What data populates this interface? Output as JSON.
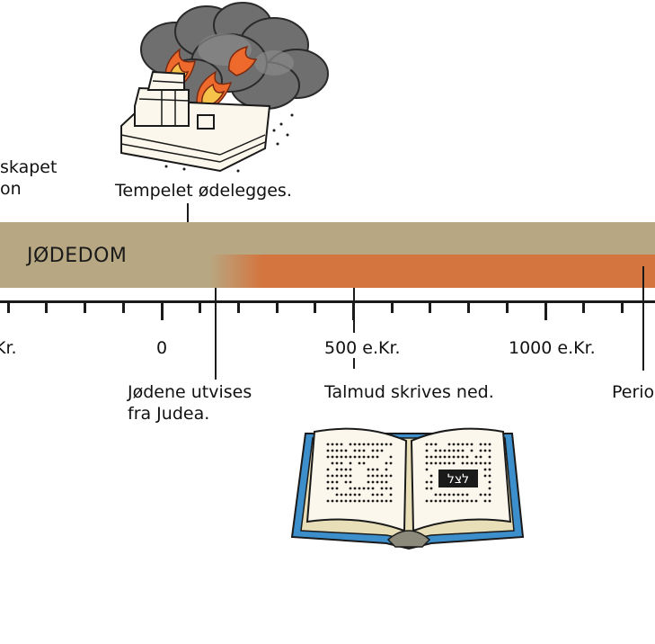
{
  "band": {
    "label": "JØDEDOM",
    "tan_color": "#b7a883",
    "orange_color": "#d4753f"
  },
  "axis": {
    "labels": [
      "Kr.",
      "0",
      "500 e.Kr.",
      "1000 e.Kr."
    ]
  },
  "events": {
    "left_partial_line1": "skapet",
    "left_partial_line2": "on",
    "temple": "Tempelet ødelegges.",
    "expelled_line1": "Jødene utvises",
    "expelled_line2": "fra Judea.",
    "talmud": "Talmud skrives ned.",
    "right_partial": "Perio"
  },
  "illustrations": {
    "temple": "burning-temple-illustration",
    "book": "open-talmud-book-illustration",
    "book_inscription": "לצל"
  }
}
